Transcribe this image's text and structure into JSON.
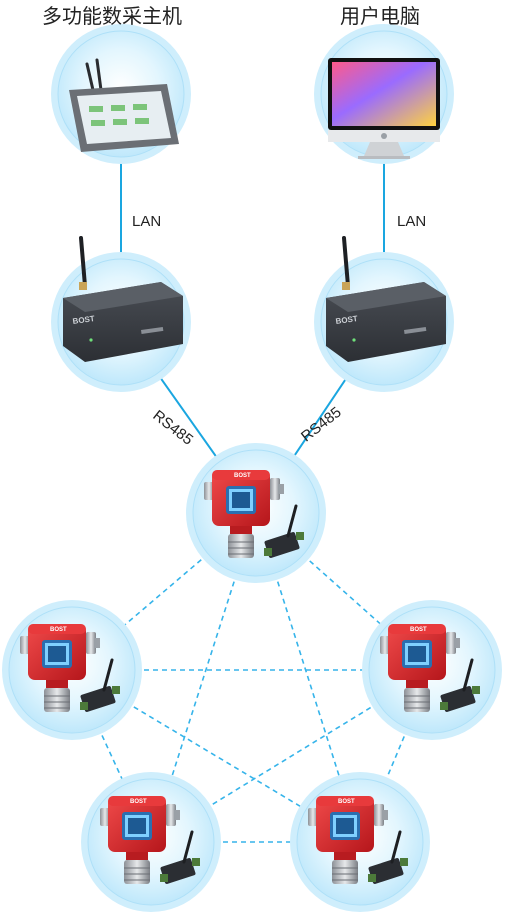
{
  "titles": {
    "left": "多功能数采主机",
    "right": "用户电脑"
  },
  "links": {
    "lan_left": "LAN",
    "lan_right": "LAN",
    "rs485_left": "RS485",
    "rs485_right": "RS485"
  },
  "brand": {
    "gateway_logo": "BOST",
    "detector_logo": "BOST"
  },
  "colors": {
    "circle_fill": "#cfeefc",
    "circle_ring": "#aee0f8",
    "line_solid": "#1aa6e0",
    "line_dashed": "#36b4ea",
    "detector_red": "#d8272b",
    "device_dark": "#3b3f45"
  },
  "icons": {
    "top_left": "touchscreen-host-icon",
    "top_right": "desktop-computer-icon",
    "gateway": "gateway-router-icon",
    "detector": "gas-detector-icon"
  }
}
